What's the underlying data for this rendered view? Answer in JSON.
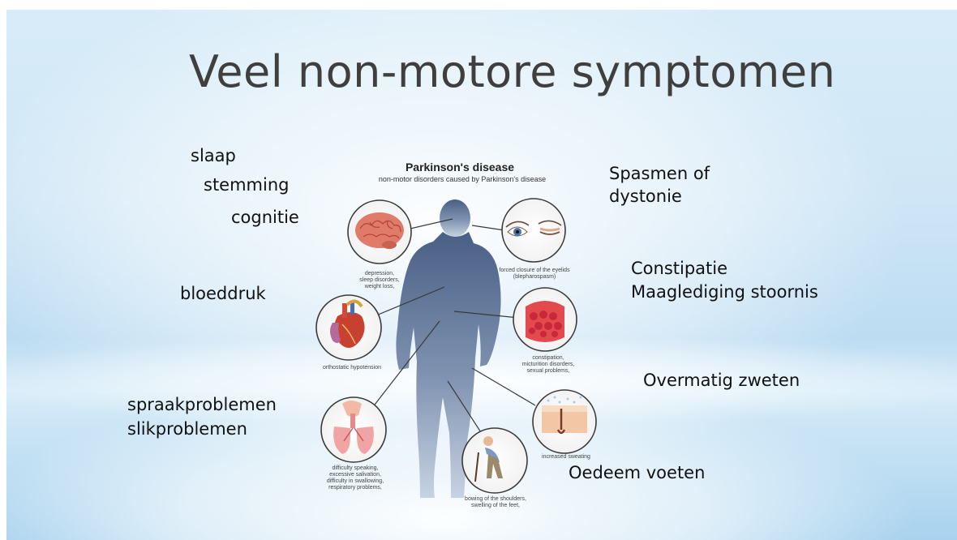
{
  "slide": {
    "title": "Veel non-motore symptomen"
  },
  "labels": {
    "left": {
      "slaap": "slaap",
      "stemming": "stemming",
      "cognitie": "cognitie",
      "bloeddruk": "bloeddruk",
      "speech": "spraakproblemen",
      "swallow": "slikproblemen"
    },
    "right": {
      "spasm_line1": "Spasmen of",
      "spasm_line2": "dystonie",
      "constipation": "Constipatie",
      "gastric": "Maaglediging stoornis",
      "sweating": "Overmatig zweten",
      "edema": "Oedeem voeten"
    }
  },
  "figure": {
    "title": "Parkinson's disease",
    "subtitle": "non-motor disorders caused by Parkinson's disease",
    "captions": {
      "brain": [
        "depression,",
        "sleep disorders,",
        "weight loss,"
      ],
      "eye": [
        "forced closure of the eyelids",
        "(blepharospasm)"
      ],
      "heart": [
        "orthostatic hypotension"
      ],
      "intestine": [
        "constipation,",
        "micturition disorders,",
        "sexual problems,"
      ],
      "throat": [
        "difficulty speaking,",
        "excessive salivation,",
        "difficulty in swallowing,",
        "respiratory problems,"
      ],
      "skin": [
        "increased sweating"
      ],
      "posture": [
        "bowing of the shoulders,",
        "swelling of the feet,"
      ]
    },
    "icons": [
      "brain-icon",
      "eye-icon",
      "heart-icon",
      "intestine-icon",
      "throat-lungs-icon",
      "skin-sweat-icon",
      "elderly-walker-icon"
    ],
    "colors": {
      "silhouette_top": "#4a5f85",
      "silhouette_bottom": "#c7d3e2",
      "circle_border": "#3a3a3a",
      "brain": "#e07b6a",
      "heart": "#c8402f",
      "intestine": "#d8323a"
    }
  }
}
